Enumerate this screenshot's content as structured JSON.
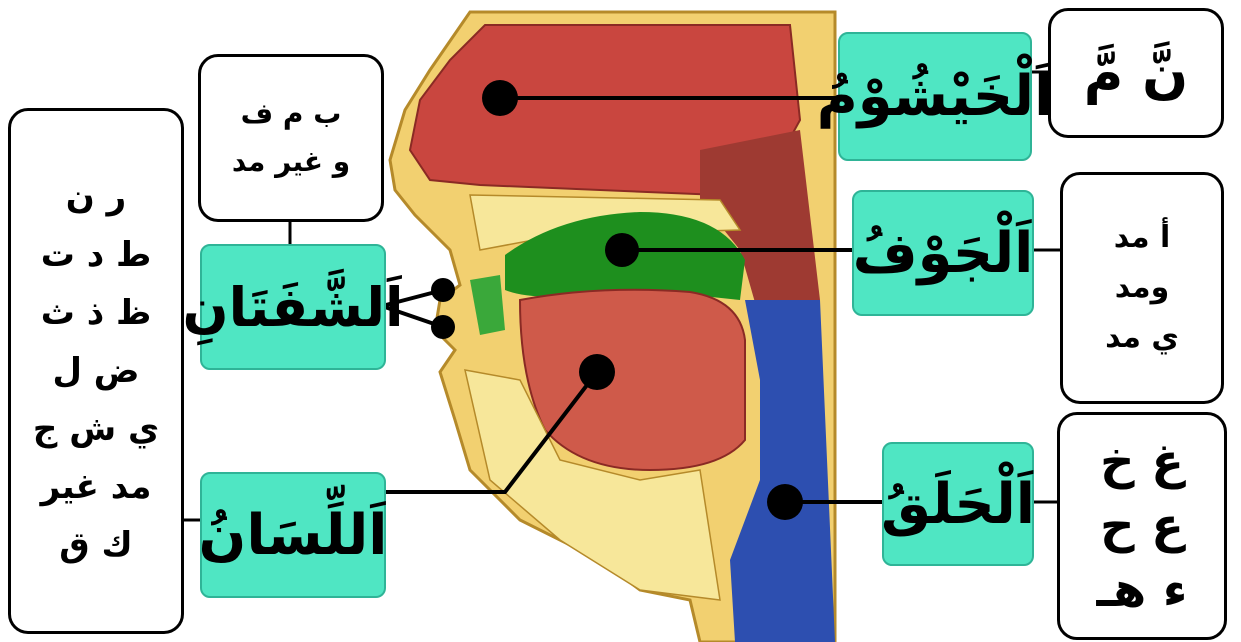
{
  "labels": {
    "nasal": "اَلْخَيْشُوْمُ",
    "cavity": "اَلْجَوْفُ",
    "throat": "اَلْحَلَقُ",
    "lips": "اَلشَّفَتَانِ",
    "tongue": "اَللِّسَانُ"
  },
  "letters": {
    "nasal": [
      "نَّ  مَّ"
    ],
    "cavity": [
      "أ مد",
      "ومد",
      "ي مد"
    ],
    "throat": [
      "غ خ",
      "ع ح",
      "ء هـ"
    ],
    "lips": [
      "ب م ف",
      "و غير مد"
    ],
    "tongue": [
      "ر ن",
      "ط د ت",
      "ظ ذ ث",
      "ض ل",
      "ي ش ج",
      "مد غير",
      "ك ق"
    ]
  },
  "colors": {
    "label_fill": "#4fe6c3",
    "label_border": "#2fb497",
    "connector": "#000000",
    "nasal_region": "#c9463f",
    "cavity_region": "#1e8f1e",
    "throat_region": "#2d4fb0",
    "tongue_region": "#cf5a4a",
    "skin": "#f2d070"
  }
}
